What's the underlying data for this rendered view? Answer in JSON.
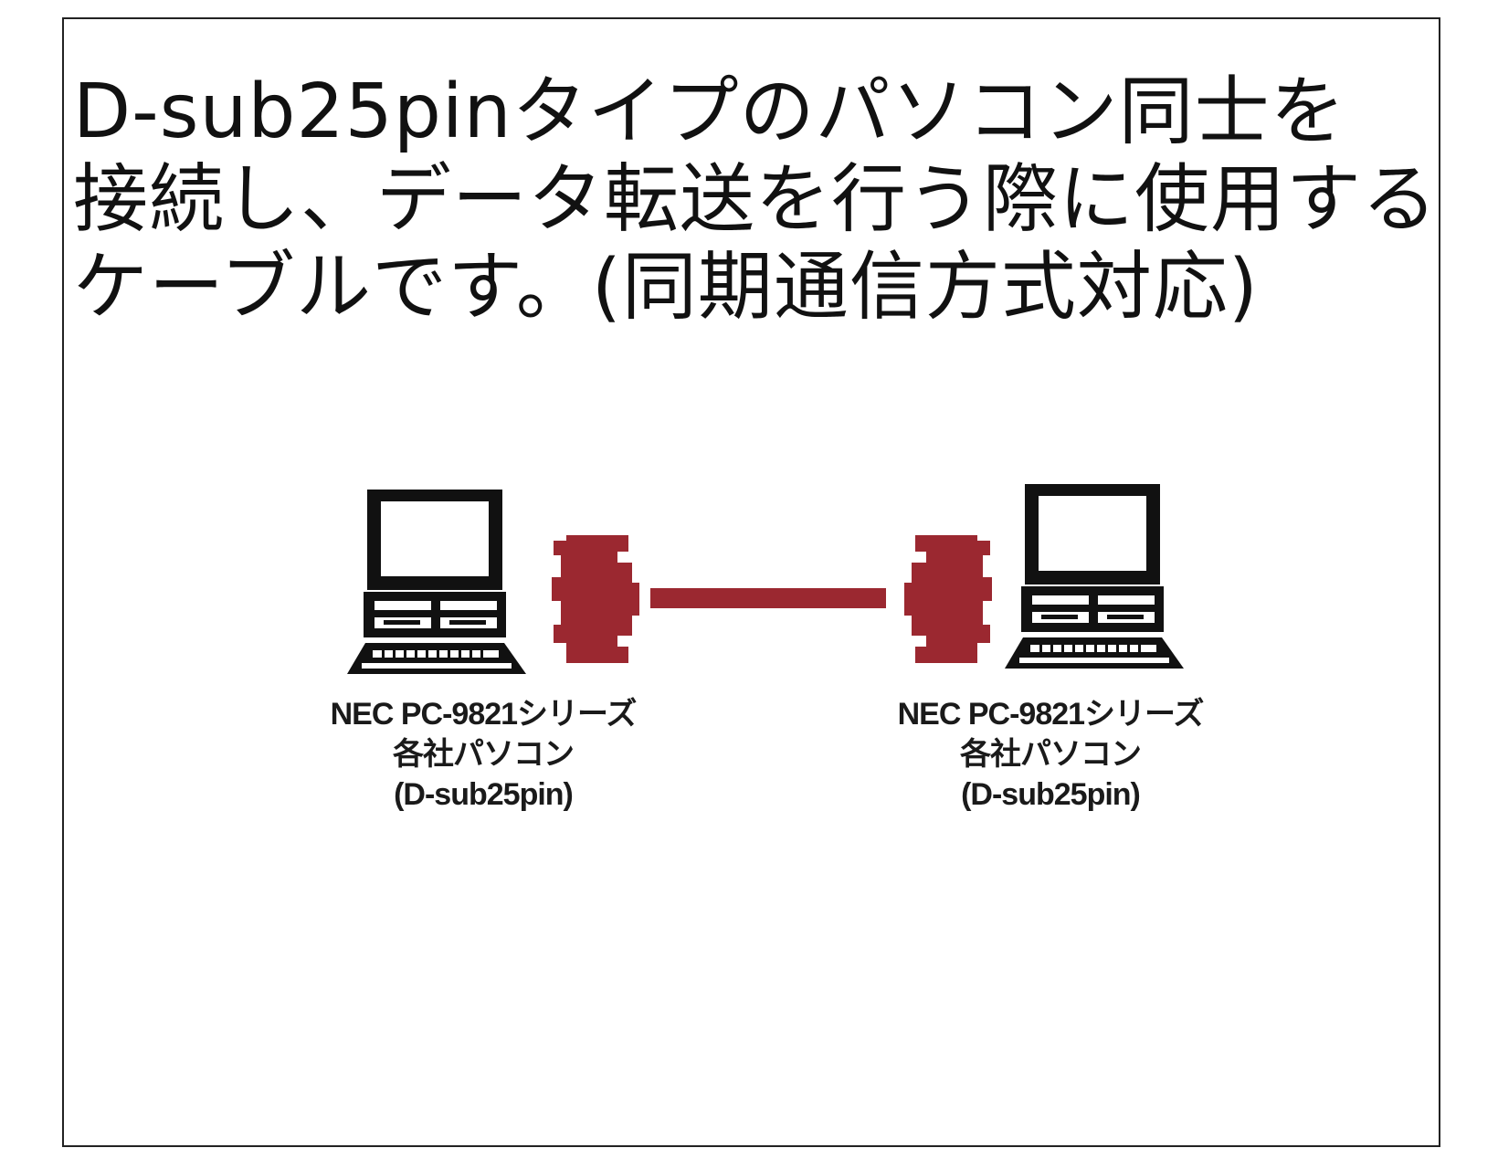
{
  "description": {
    "line1": "D-sub25pinタイプのパソコン同士を",
    "line2": "接続し、データ転送を行う際に使用する",
    "line3": "ケーブルです。(同期通信方式対応)"
  },
  "diagram": {
    "left_pc": {
      "label_line1": "NEC PC-9821シリーズ",
      "label_line2": "各社パソコン",
      "label_line3": "(D-sub25pin)"
    },
    "right_pc": {
      "label_line1": "NEC PC-9821シリーズ",
      "label_line2": "各社パソコン",
      "label_line3": "(D-sub25pin)"
    },
    "colors": {
      "cable": "#9b2830",
      "pc": "#111111"
    }
  }
}
